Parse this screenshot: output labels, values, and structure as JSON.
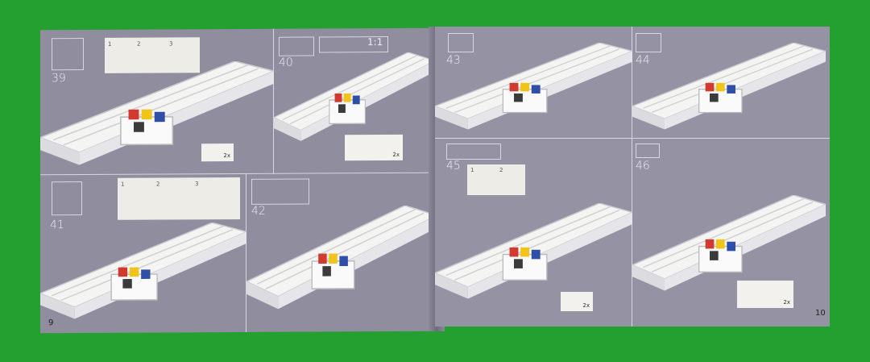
{
  "left_page": {
    "page_number": "9",
    "steps": [
      {
        "number": "39",
        "submodel_labels": [
          "1",
          "2",
          "3"
        ],
        "callout_qty": "2x"
      },
      {
        "number": "40",
        "scale_label": "1:1",
        "callout_qty": "2x"
      },
      {
        "number": "41",
        "submodel_labels": [
          "1",
          "2",
          "3"
        ]
      },
      {
        "number": "42"
      }
    ]
  },
  "right_page": {
    "page_number": "10",
    "steps": [
      {
        "number": "43"
      },
      {
        "number": "44"
      },
      {
        "number": "45",
        "submodel_labels": [
          "1",
          "2"
        ],
        "callout_qty": "2x"
      },
      {
        "number": "46",
        "callout_qty": "2x"
      }
    ]
  },
  "colors": {
    "background": "#23a030",
    "page": "#8f8d9e",
    "model": "#f4f4f2"
  }
}
